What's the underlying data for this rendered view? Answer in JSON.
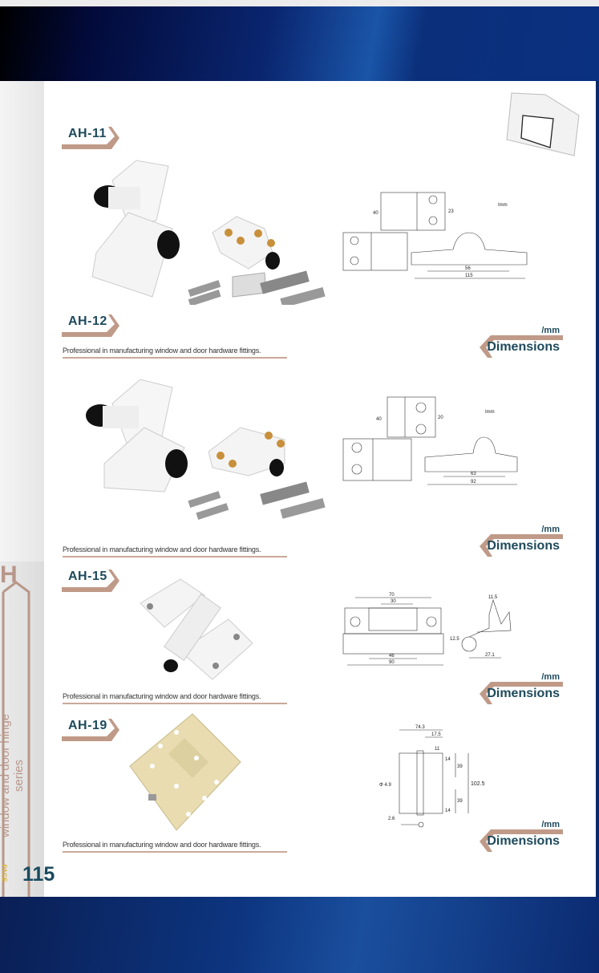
{
  "catalog": {
    "series_initial": "H",
    "series_label": "window and door hinge series",
    "page_word": "PAGE",
    "page_number": "115"
  },
  "tagline": "Professional in manufacturing window and door hardware fittings.",
  "dimensions": {
    "unit": "/mm",
    "label": "Dimensions"
  },
  "products": [
    {
      "code": "AH-11",
      "dims": [
        "40",
        "23",
        "56",
        "115"
      ],
      "unit_note": "Imm"
    },
    {
      "code": "AH-12",
      "dims": [
        "40",
        "20",
        "63",
        "92"
      ],
      "unit_note": "Imm"
    },
    {
      "code": "AH-15",
      "dims": [
        "70",
        "30",
        "46",
        "90",
        "11.5",
        "12.5",
        "27.1"
      ]
    },
    {
      "code": "AH-19",
      "dims": [
        "74.3",
        "17.5",
        "11",
        "14",
        "39",
        "102.5",
        "39",
        "14",
        "Φ 4.9",
        "2.6"
      ]
    }
  ],
  "colors": {
    "accent": "#c09a88",
    "title": "#1e4a5c"
  }
}
